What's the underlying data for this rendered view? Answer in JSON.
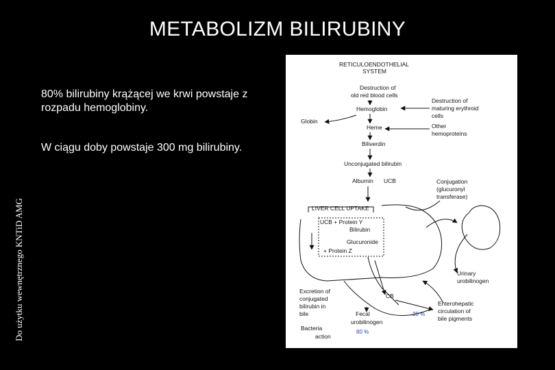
{
  "slide": {
    "title": "METABOLIZM BILIRUBINY",
    "paragraph1": "80% bilirubiny krążącej we krwi powstaje z rozpadu hemoglobiny.",
    "paragraph2": "W ciągu doby powstaje 300 mg bilirubiny.",
    "side_note": "Do użytku wewnętrznego KNTiD AMG"
  },
  "diagram": {
    "header": [
      "RETICULOENDOTHELIAL",
      "SYSTEM"
    ],
    "rbc": [
      "Destruction of",
      "old red blood cells"
    ],
    "hemoglobin": "Hemoglobin",
    "globin": "Globin",
    "heme": "Heme",
    "biliverdin": "Biliverdin",
    "maturing": [
      "Destruction of",
      "maturing erythroid",
      "cells"
    ],
    "other": [
      "Other",
      "hemoproteins"
    ],
    "unconjugated": "Unconjugated bilirubin",
    "albumin": "Albumin",
    "ucb": "UCB",
    "conjugation": [
      "Conjugation",
      "(glucuronyl",
      "transferase)"
    ],
    "liver_uptake": "LIVER CELL UPTAKE",
    "ucb_protein_y": [
      "UCB + Protein Y",
      "Bilirubin"
    ],
    "glucuronide": "Glucuronide",
    "protein_z": "+ Protein Z",
    "urinary": [
      "Urinary",
      "urobilinogen"
    ],
    "excretion": [
      "Excretion of",
      "conjugated",
      "bilirubin in",
      "bile"
    ],
    "cb": "CB",
    "enterohepatic": [
      "Enterohepatic",
      "circulation of",
      "bile pigments"
    ],
    "fecal": [
      "Fecal",
      "urobilinogen"
    ],
    "bacteria": [
      "Bacteria",
      "action"
    ],
    "pct20": "20 %",
    "pct80": "80 %"
  }
}
